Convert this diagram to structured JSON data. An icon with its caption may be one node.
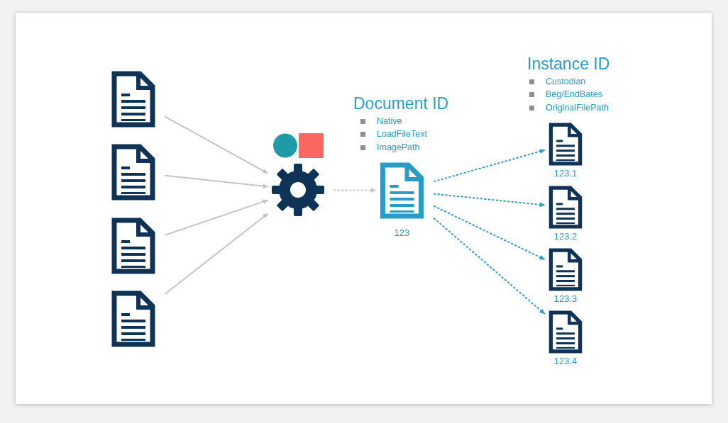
{
  "diagram": {
    "nodes": [
      {
        "text": [],
        "shape": "document"
      },
      {
        "text": [],
        "shape": "document"
      },
      {
        "text": [],
        "shape": "document"
      },
      {
        "text": [],
        "shape": "document"
      },
      {
        "text": [],
        "shape": "gear"
      },
      {
        "text": [],
        "shape": "document",
        "beside": [
          "123"
        ]
      },
      {
        "text": [],
        "shape": "document",
        "beside": [
          "123.1"
        ]
      },
      {
        "text": [],
        "shape": "document",
        "beside": [
          "123.2"
        ]
      },
      {
        "text": [],
        "shape": "document",
        "beside": [
          "123.3"
        ]
      },
      {
        "text": [],
        "shape": "document",
        "beside": [
          "123.4"
        ]
      }
    ],
    "edges": [
      {
        "from": 0,
        "to": 4,
        "arrow": "to"
      },
      {
        "from": 1,
        "to": 4,
        "arrow": "to"
      },
      {
        "from": 2,
        "to": 4,
        "arrow": "to"
      },
      {
        "from": 3,
        "to": 4,
        "arrow": "to"
      },
      {
        "from": 4,
        "to": 5,
        "arrow": "to",
        "style": "dashed"
      },
      {
        "from": 5,
        "to": 6,
        "arrow": "to",
        "style": "dashed",
        "color": "#2a9bc4"
      },
      {
        "from": 5,
        "to": 7,
        "arrow": "to",
        "style": "dashed",
        "color": "#2a9bc4"
      },
      {
        "from": 5,
        "to": 8,
        "arrow": "to",
        "style": "dashed",
        "color": "#2a9bc4"
      },
      {
        "from": 5,
        "to": 9,
        "arrow": "to",
        "style": "dashed",
        "color": "#2a9bc4"
      }
    ],
    "labels": [
      "Instance ID",
      "Custodian",
      "Beg/EndBates",
      "OriginalFilePath",
      "Document ID",
      "Native",
      "LoadFileText",
      "ImagePath"
    ]
  }
}
